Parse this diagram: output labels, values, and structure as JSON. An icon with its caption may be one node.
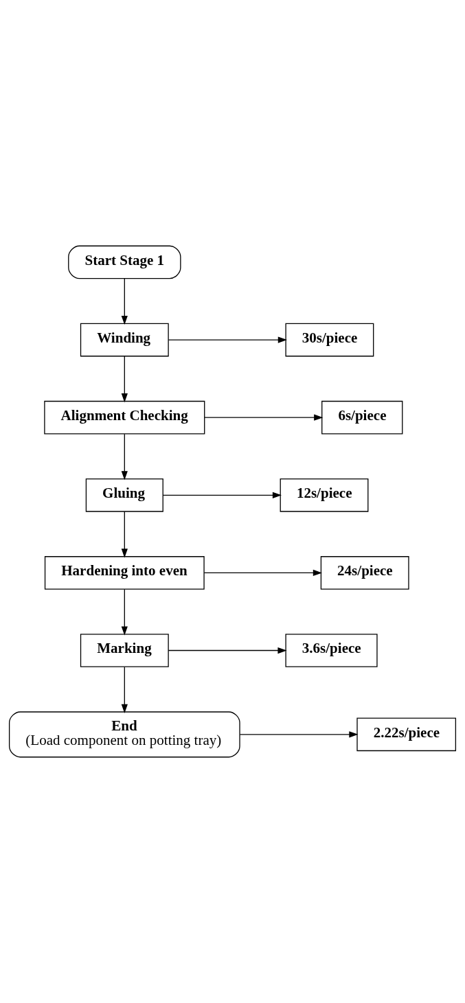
{
  "diagram": {
    "nodes": [
      {
        "text": [
          "Start Stage 1"
        ]
      },
      {
        "text": [
          "Winding"
        ]
      },
      {
        "text": [
          "30s/piece"
        ]
      },
      {
        "text": [
          "Alignment Checking"
        ]
      },
      {
        "text": [
          "6s/piece"
        ]
      },
      {
        "text": [
          "Gluing"
        ]
      },
      {
        "text": [
          "12s/piece"
        ]
      },
      {
        "text": [
          "Hardening into even"
        ]
      },
      {
        "text": [
          "24s/piece"
        ]
      },
      {
        "text": [
          "Marking"
        ]
      },
      {
        "text": [
          "3.6s/piece"
        ]
      },
      {
        "text": [
          "End",
          "(Load component on potting tray)"
        ]
      },
      {
        "text": [
          "2.22s/piece"
        ]
      }
    ],
    "edges": [
      {
        "from": 0,
        "to": 1,
        "arrow": "to"
      },
      {
        "from": 1,
        "to": 2,
        "arrow": "to"
      },
      {
        "from": 1,
        "to": 3,
        "arrow": "to"
      },
      {
        "from": 3,
        "to": 4,
        "arrow": "to"
      },
      {
        "from": 3,
        "to": 5,
        "arrow": "to"
      },
      {
        "from": 5,
        "to": 6,
        "arrow": "to"
      },
      {
        "from": 5,
        "to": 7,
        "arrow": "to"
      },
      {
        "from": 7,
        "to": 8,
        "arrow": "to"
      },
      {
        "from": 7,
        "to": 9,
        "arrow": "to"
      },
      {
        "from": 9,
        "to": 10,
        "arrow": "to"
      },
      {
        "from": 9,
        "to": 11,
        "arrow": "to"
      },
      {
        "from": 11,
        "to": 12,
        "arrow": "to"
      }
    ]
  }
}
